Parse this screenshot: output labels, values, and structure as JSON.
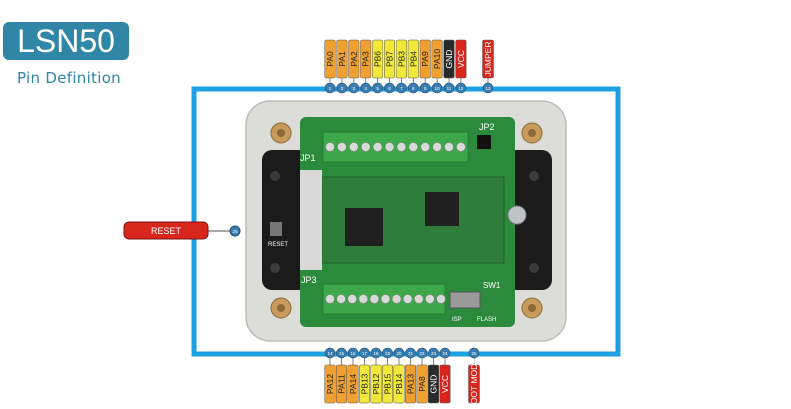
{
  "header": {
    "title": "LSN50",
    "subtitle": "Pin Definition"
  },
  "colors": {
    "accent": "#2f86a6",
    "frame": "#1da1e2",
    "orange": "#f0a030",
    "yellow": "#f2e83a",
    "black": "#2a2a2a",
    "red": "#d8261c",
    "pcb": "#2e8f3a",
    "enclosure": "#d9d9d6"
  },
  "top_pins": [
    {
      "label": "PA0",
      "num": "1",
      "color": "orange"
    },
    {
      "label": "PA1",
      "num": "2",
      "color": "orange"
    },
    {
      "label": "PA2",
      "num": "3",
      "color": "orange"
    },
    {
      "label": "PA3",
      "num": "4",
      "color": "orange"
    },
    {
      "label": "PB6",
      "num": "5",
      "color": "yellow"
    },
    {
      "label": "PB7",
      "num": "6",
      "color": "yellow"
    },
    {
      "label": "PB3",
      "num": "7",
      "color": "yellow"
    },
    {
      "label": "PB4",
      "num": "8",
      "color": "yellow"
    },
    {
      "label": "PA9",
      "num": "9",
      "color": "orange"
    },
    {
      "label": "PA10",
      "num": "10",
      "color": "orange"
    },
    {
      "label": "GND",
      "num": "11",
      "color": "black"
    },
    {
      "label": "VCC",
      "num": "12",
      "color": "red"
    }
  ],
  "jumper": {
    "label": "JUMPER",
    "num": "13",
    "color": "red"
  },
  "bottom_pins": [
    {
      "label": "PA12",
      "num": "14",
      "color": "orange"
    },
    {
      "label": "PA11",
      "num": "15",
      "color": "orange"
    },
    {
      "label": "PA14",
      "num": "16",
      "color": "orange"
    },
    {
      "label": "PB13",
      "num": "17",
      "color": "yellow"
    },
    {
      "label": "PB12",
      "num": "18",
      "color": "yellow"
    },
    {
      "label": "PB15",
      "num": "19",
      "color": "yellow"
    },
    {
      "label": "PB14",
      "num": "20",
      "color": "yellow"
    },
    {
      "label": "PA13",
      "num": "21",
      "color": "orange"
    },
    {
      "label": "PA8",
      "num": "22",
      "color": "orange"
    },
    {
      "label": "GND",
      "num": "23",
      "color": "black"
    },
    {
      "label": "VCC",
      "num": "24",
      "color": "red"
    }
  ],
  "boot_mode": {
    "label": "BOOT MODE",
    "num": "25",
    "color": "red"
  },
  "reset": {
    "label": "RESET",
    "num": "26",
    "color": "red"
  },
  "board_labels": {
    "jp1": "JP1",
    "jp2": "JP2",
    "jp3": "JP3",
    "sw1": "SW1",
    "reset_silk": "RESET",
    "isp": "ISP",
    "flash": "FLASH"
  }
}
